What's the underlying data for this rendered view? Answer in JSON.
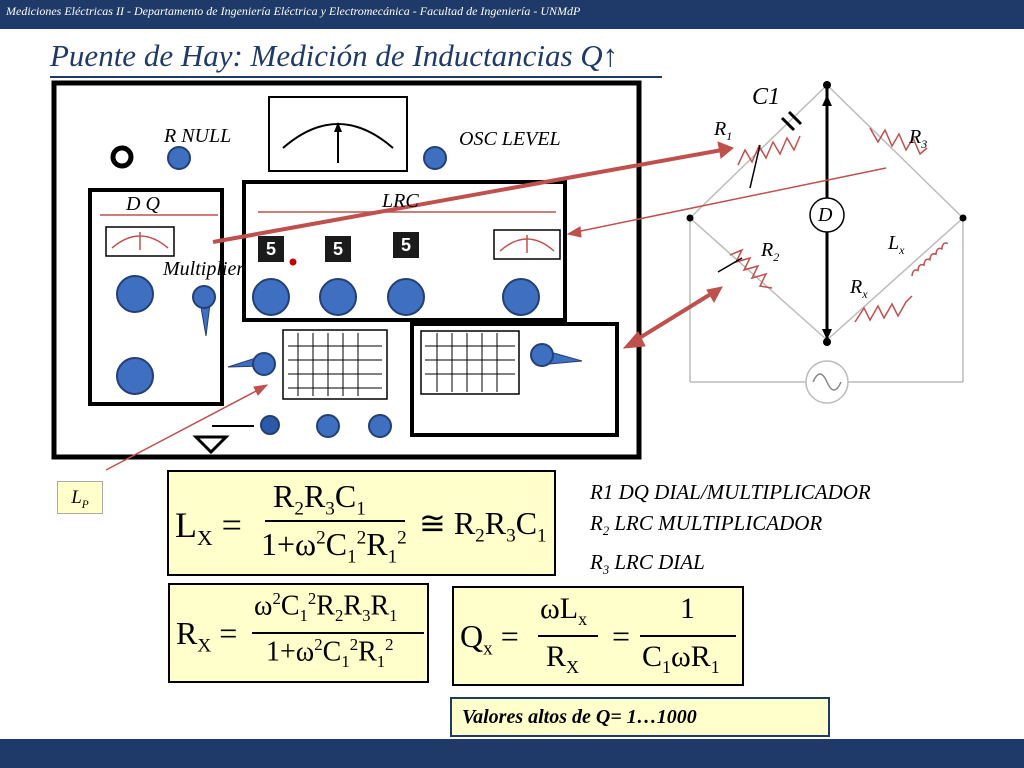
{
  "header": {
    "text": "Mediciones Eléctricas II - Departamento de Ingeniería Eléctrica y Electromecánica  - Facultad de Ingeniería  - UNMdP"
  },
  "title": {
    "text": "Puente de Hay: Medición de Inductancias Q",
    "arrow": "↑"
  },
  "instrument": {
    "r_null": "R NULL",
    "osc_level": "OSC LEVEL",
    "dq": "D Q",
    "lrc": "LRC",
    "multiplier": "Multiplier",
    "digits": [
      "5",
      "5",
      "5"
    ]
  },
  "lp_label": {
    "L": "L",
    "sub": "P"
  },
  "circuit": {
    "c1": "C",
    "c1_sub": "1",
    "r1": "R",
    "r1_sub": "1",
    "r2": "R",
    "r2_sub": "2",
    "r3": "R",
    "r3_sub": "3",
    "rx": "R",
    "rx_sub": "x",
    "lx": "L",
    "lx_sub": "x",
    "detector": "D"
  },
  "formulas": {
    "lx": {
      "lhs": "L",
      "lhs_sub": "X",
      "num": [
        "R",
        "2",
        "R",
        "3",
        "C",
        "1"
      ],
      "den": "1 + ω",
      "approx": "≅"
    },
    "rx": {
      "lhs": "R",
      "lhs_sub": "X"
    },
    "qx": {
      "lhs": "Q",
      "lhs_sub": "x",
      "num2": "1"
    }
  },
  "legend": {
    "line1": "R1  DQ DIAL/MULTIPLICADOR",
    "line2_r": "R",
    "line2_sub": "2",
    "line2_text": "  LRC MULTIPLICADOR",
    "line3_r": "R",
    "line3_sub": "3",
    "line3_text": "  LRC DIAL"
  },
  "caption": {
    "text": "Valores altos de Q= 1…1000"
  },
  "colors": {
    "header_bg": "#1f3a68",
    "formula_bg": "#ffffcc",
    "knob": "#3f6fc0",
    "arrow": "#c0504d"
  }
}
